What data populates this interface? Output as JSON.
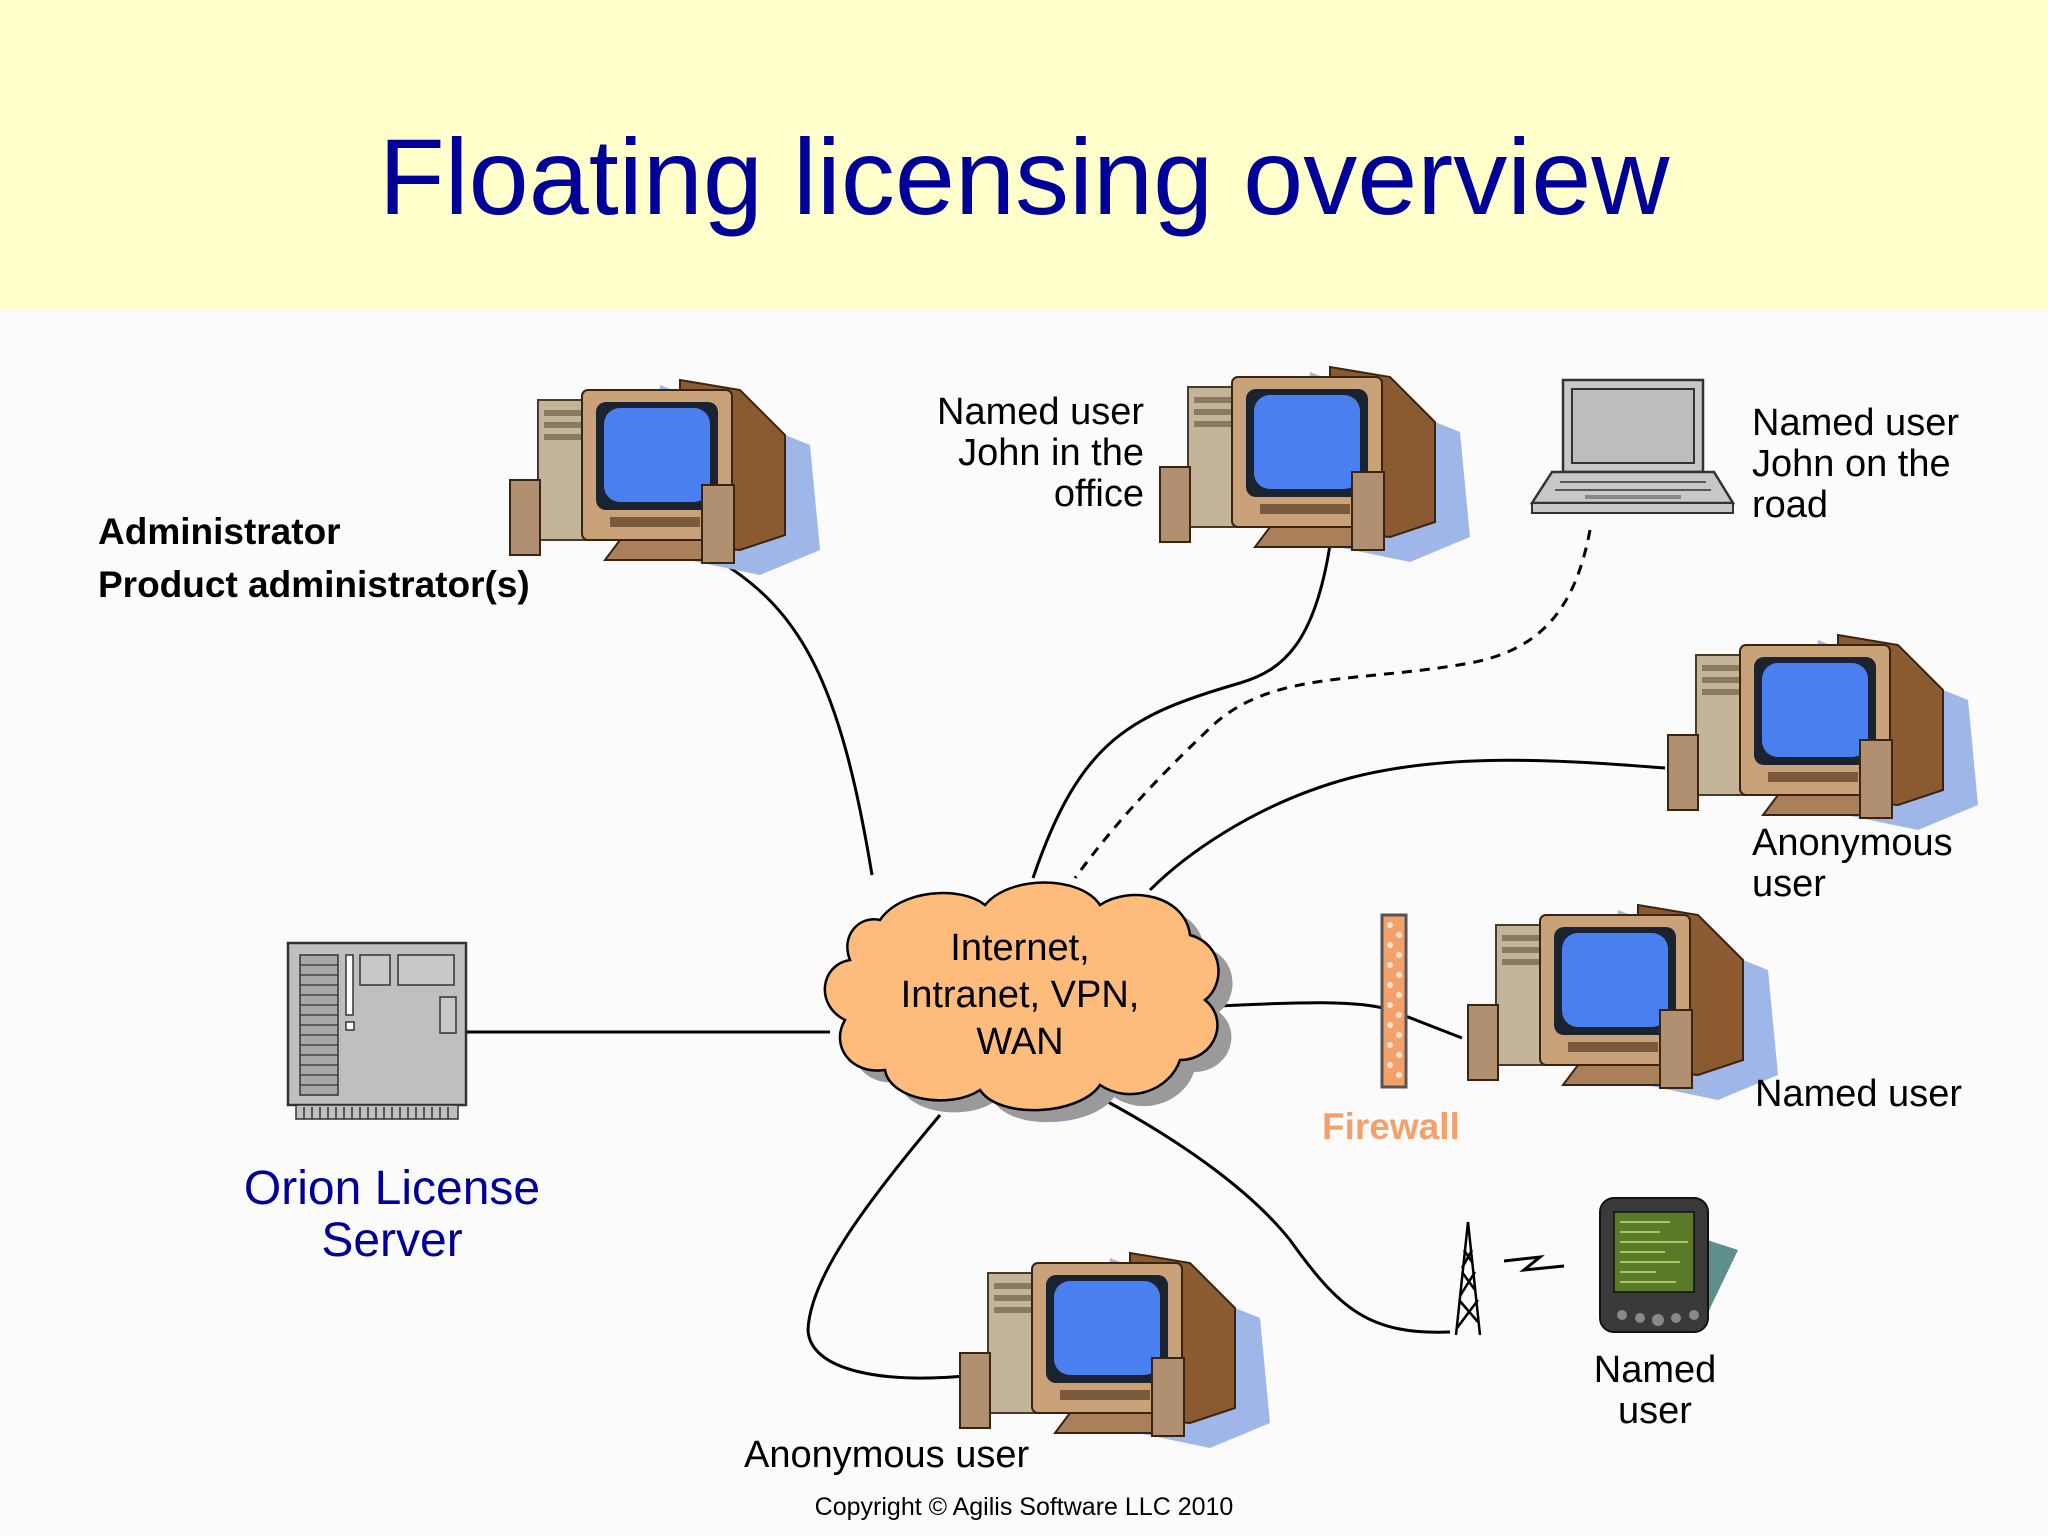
{
  "title": "Floating licensing overview",
  "cloud_label": [
    "Internet,",
    "Intranet, VPN,",
    "WAN"
  ],
  "server_label": [
    "Orion License",
    "Server"
  ],
  "firewall_label": "Firewall",
  "admin_labels": [
    "Administrator",
    "Product administrator(s)"
  ],
  "nodes": {
    "office": [
      "Named user",
      "John in the",
      "office"
    ],
    "road": [
      "Named user",
      "John on the",
      "road"
    ],
    "anon_right": [
      "Anonymous",
      "user"
    ],
    "named_right": "Named user",
    "named_pda": [
      "Named",
      "user"
    ],
    "anon_bottom": "Anonymous user"
  },
  "copyright": "Copyright © Agilis Software LLC 2010",
  "colors": {
    "title": "#000099",
    "title_band": "#ffffcc",
    "cloud": "#fdbb7c",
    "firewall": "#f4a06a",
    "screen": "#4a7ff0",
    "monitor_case": "#a06a3a",
    "shadow": "#9fb6e8"
  }
}
